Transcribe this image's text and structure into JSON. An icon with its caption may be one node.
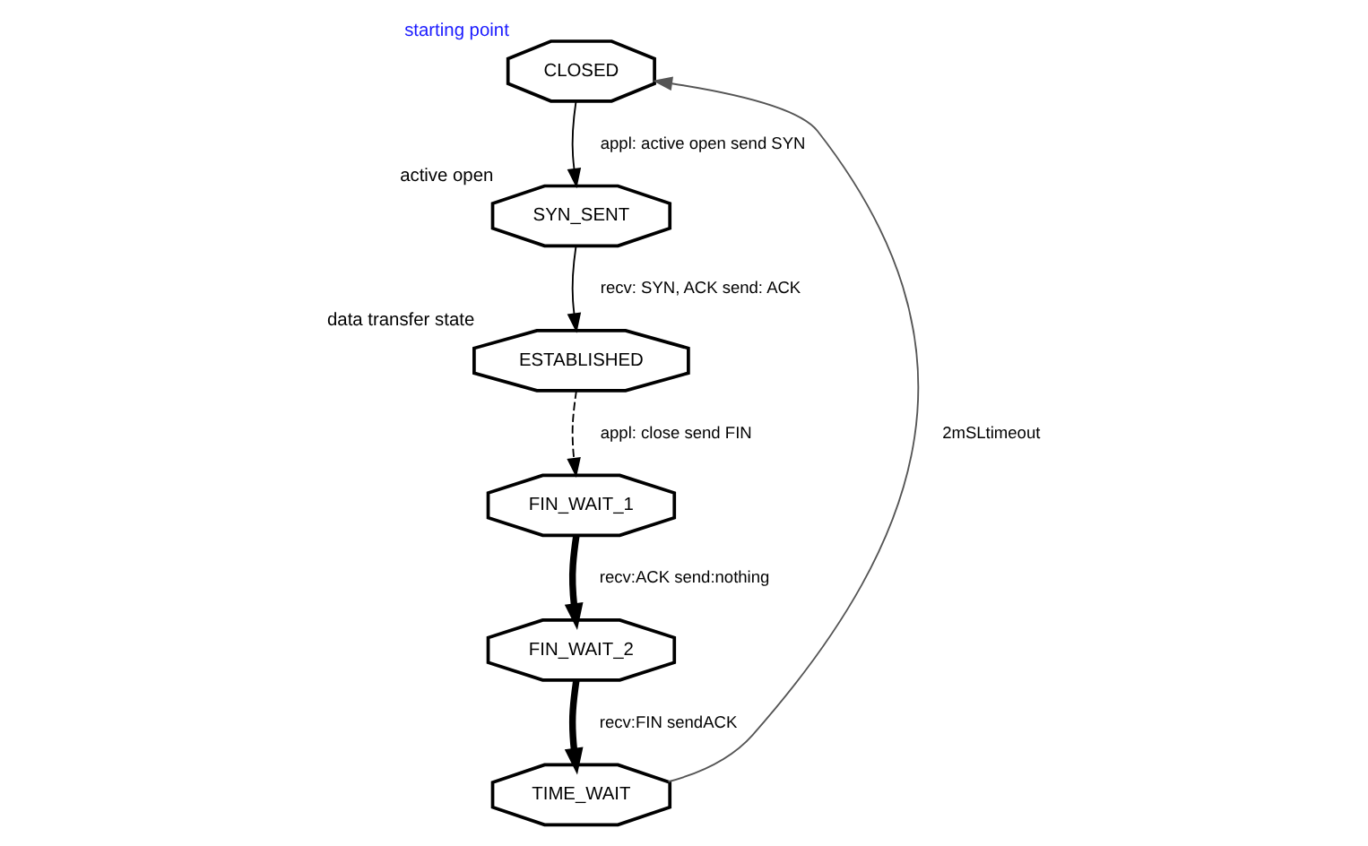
{
  "diagram": {
    "nodes": [
      {
        "text": [
          "CLOSED"
        ],
        "beside": [
          "starting point"
        ]
      },
      {
        "text": [
          "SYN_SENT"
        ],
        "beside": [
          "active open"
        ]
      },
      {
        "text": [
          "ESTABLISHED"
        ],
        "beside": [
          "data transfer state"
        ]
      },
      {
        "text": [
          "FIN_WAIT_1"
        ]
      },
      {
        "text": [
          "FIN_WAIT_2"
        ]
      },
      {
        "text": [
          "TIME_WAIT"
        ]
      }
    ],
    "edges": [
      {
        "from": 0,
        "to": 1,
        "arrow": "to",
        "label": "appl: active open send SYN"
      },
      {
        "from": 1,
        "to": 2,
        "arrow": "to",
        "label": "recv: SYN, ACK send: ACK"
      },
      {
        "from": 2,
        "to": 3,
        "arrow": "to",
        "label": "appl: close send FIN",
        "style": "dashed"
      },
      {
        "from": 3,
        "to": 4,
        "arrow": "to",
        "label": "recv:ACK send:nothing",
        "style": "thick"
      },
      {
        "from": 4,
        "to": 5,
        "arrow": "to",
        "label": "recv:FIN sendACK",
        "style": "thick"
      },
      {
        "from": 5,
        "to": 0,
        "arrow": "to",
        "label": "2mSLtimeout",
        "color": "#555555"
      }
    ]
  }
}
